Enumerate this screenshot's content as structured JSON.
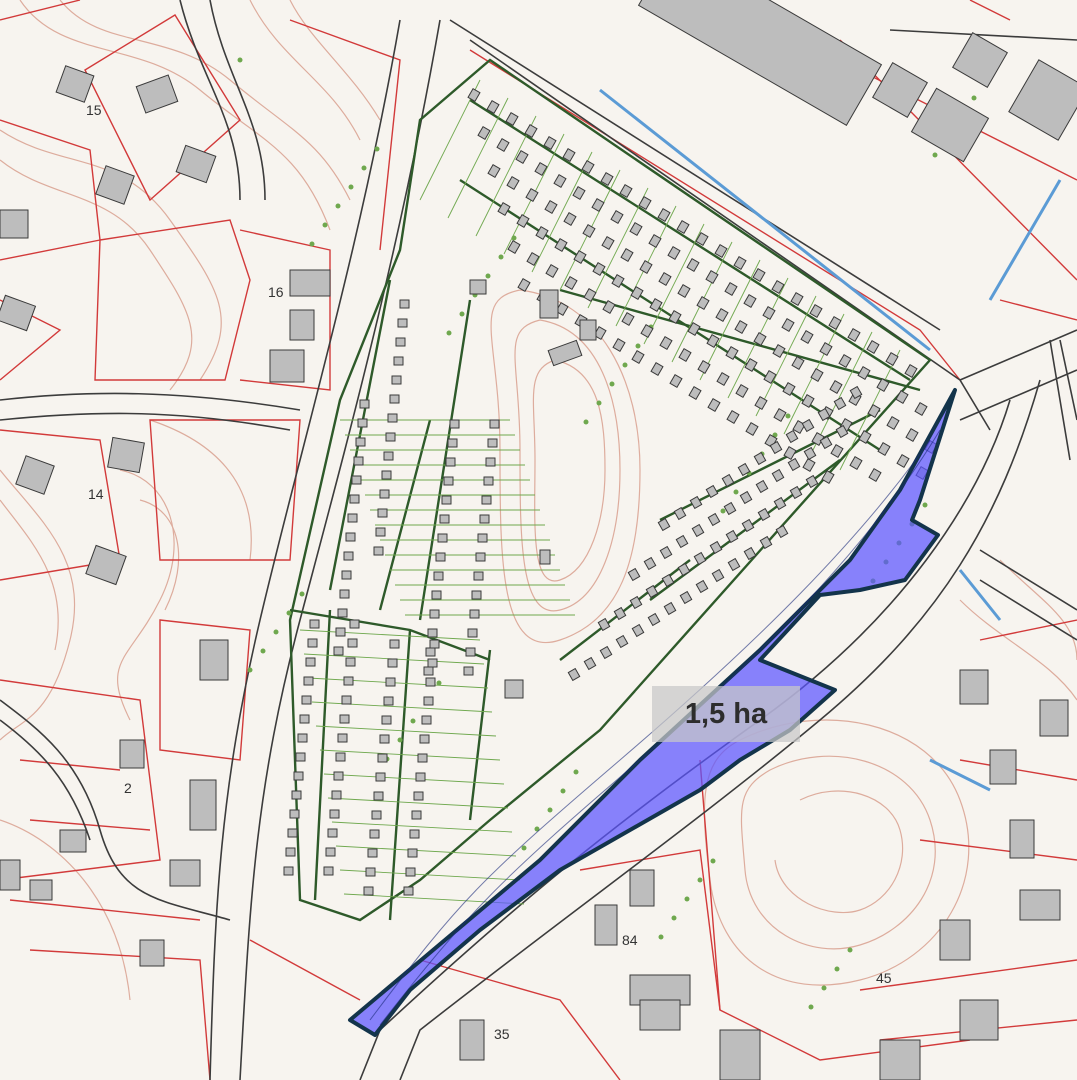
{
  "map": {
    "area_label": "1,5 ha",
    "block_numbers": [
      "15",
      "16",
      "14",
      "2",
      "84",
      "35",
      "45"
    ],
    "colors": {
      "background": "#f7f4ef",
      "contour": "#d9a08f",
      "property_line": "#d23a3a",
      "road": "#3c3c3c",
      "building": "#bdbdbd",
      "vegetation": "#6fa84e",
      "water": "#5b9bd5",
      "highlight_fill": "#5b55ff",
      "highlight_stroke": "#13344b"
    }
  }
}
